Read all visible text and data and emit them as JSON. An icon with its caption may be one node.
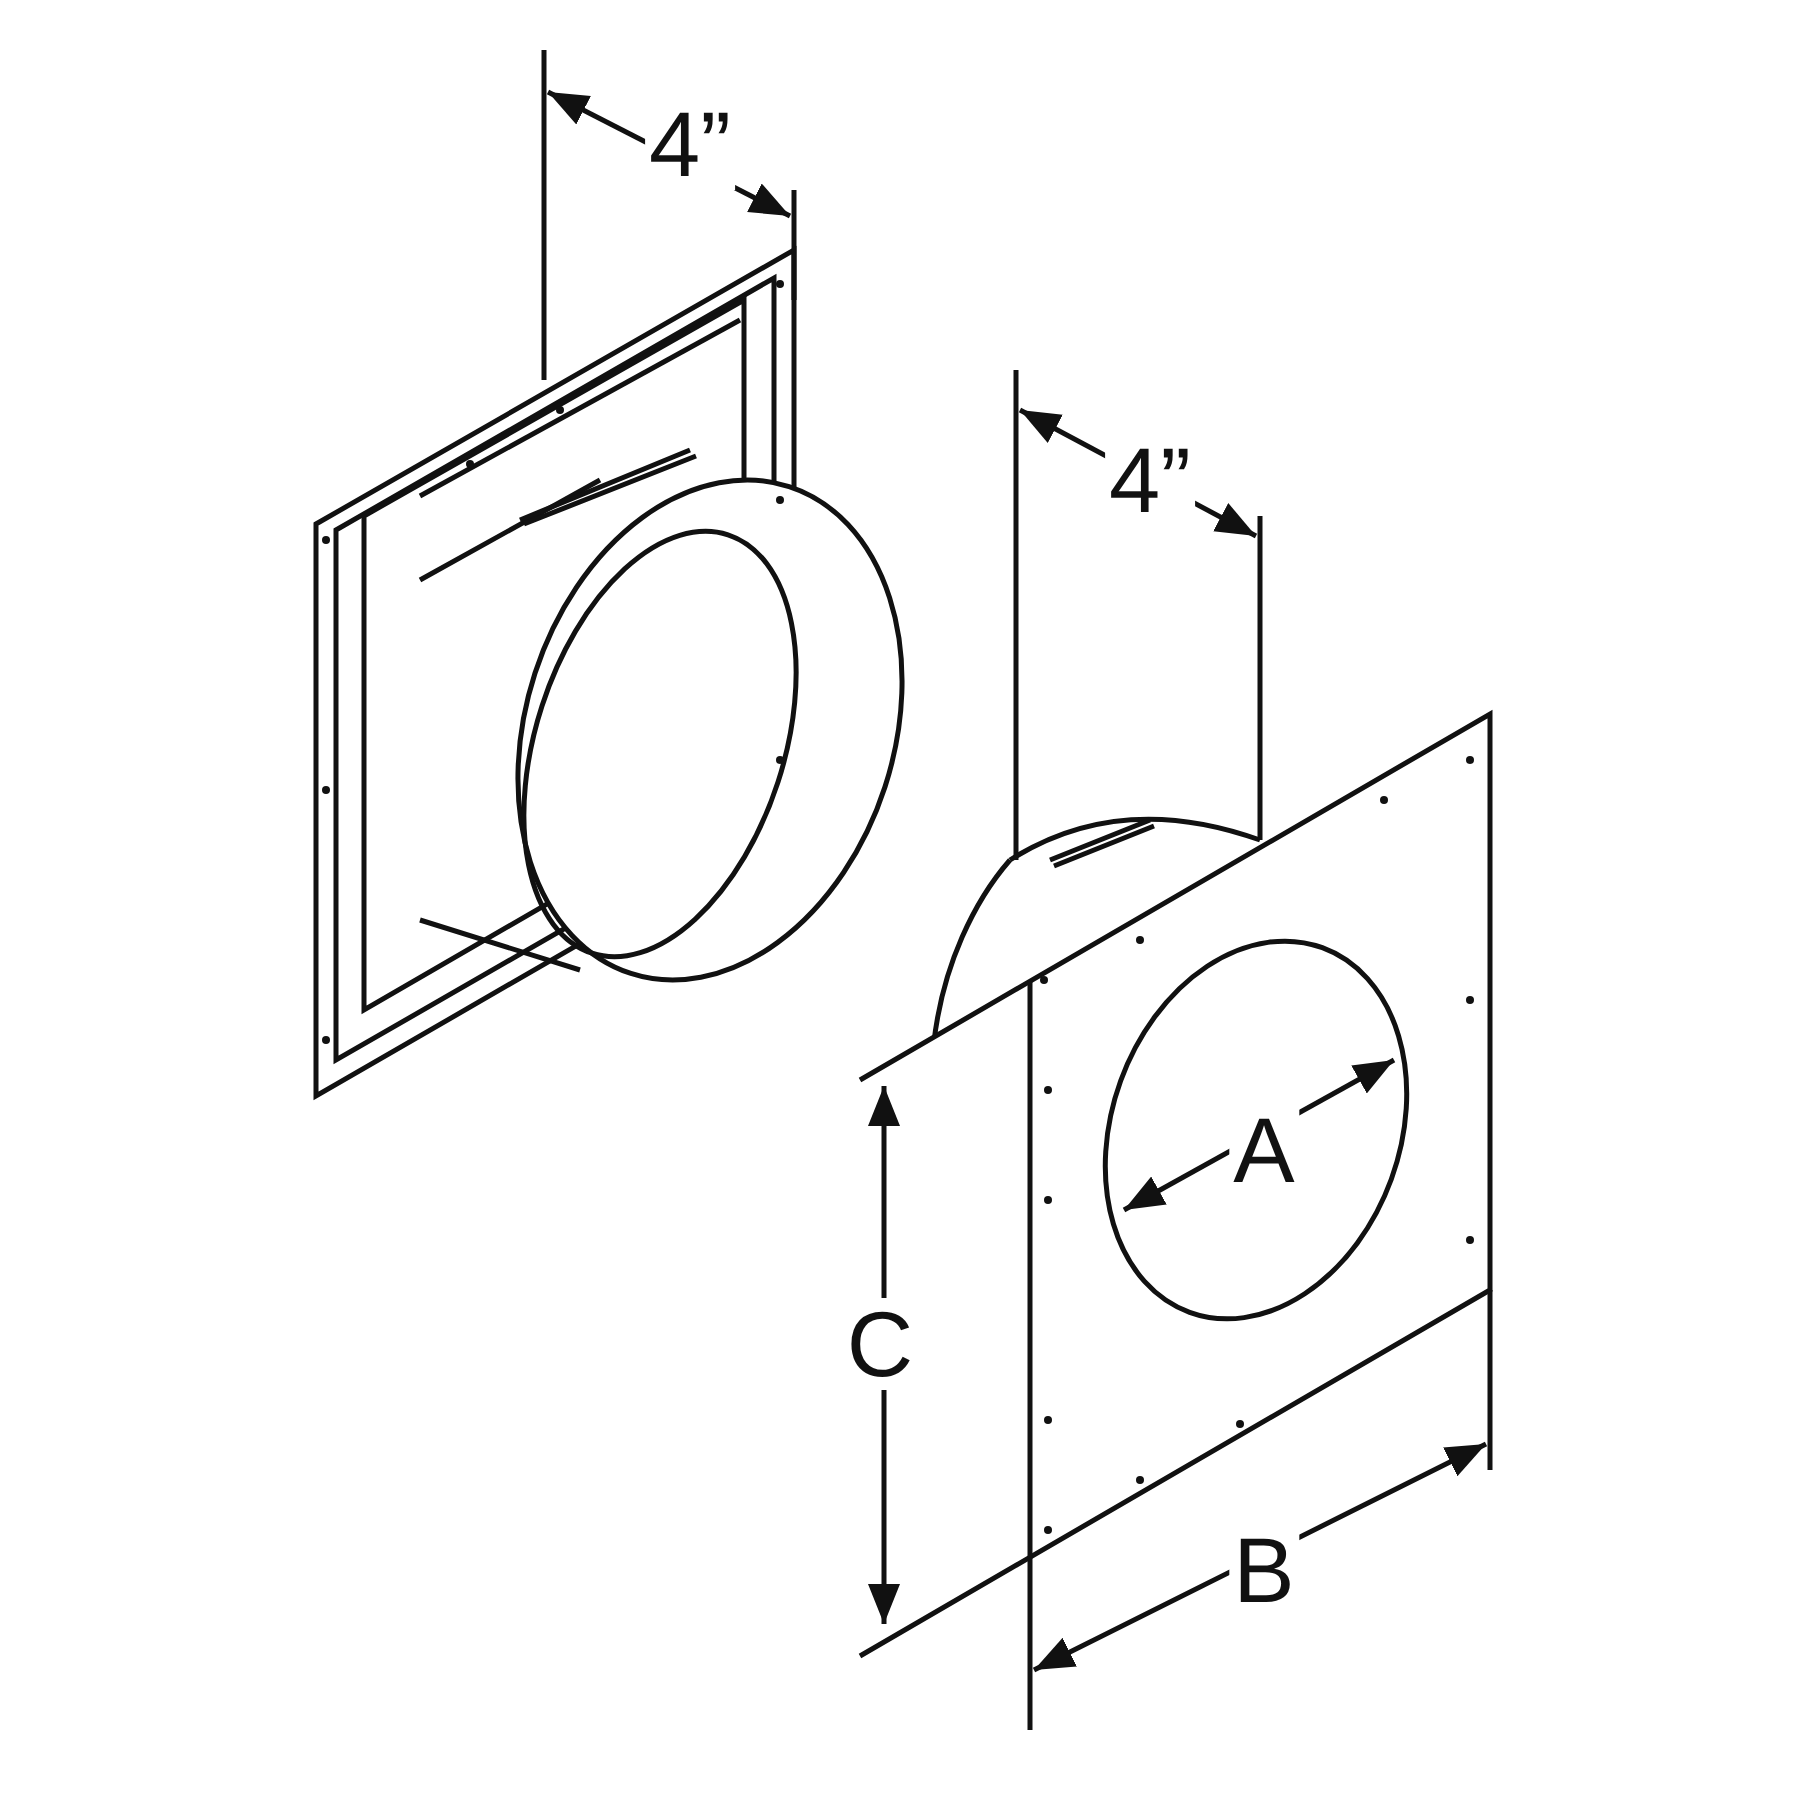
{
  "diagram": {
    "labels": [
      "4”",
      "4”",
      "A",
      "C",
      "B"
    ]
  }
}
